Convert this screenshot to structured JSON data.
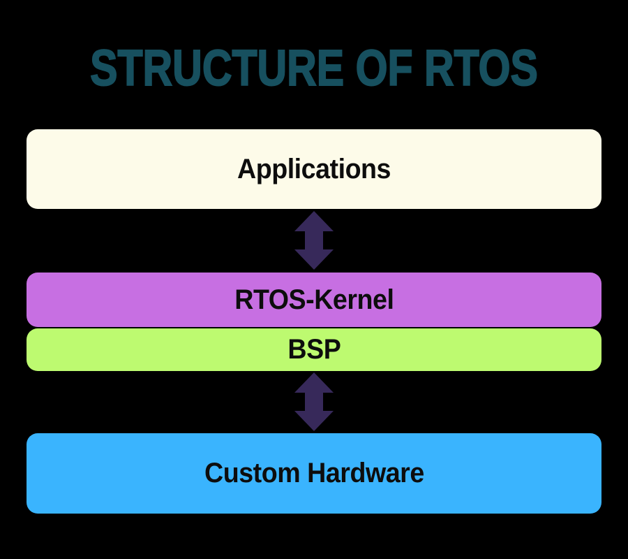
{
  "title": "STRUCTURE OF RTOS",
  "colors": {
    "background": "#000000",
    "title_text": "#17505F",
    "applications_box": "#FDFBE9",
    "rtos_kernel_box": "#C76FE2",
    "bsp_box": "#BDFA70",
    "custom_hardware_box": "#3AB4FE",
    "arrow": "#37295A",
    "box_label_text": "#0D0D0D"
  },
  "diagram": {
    "layers": [
      {
        "id": "applications",
        "label": "Applications"
      },
      {
        "id": "rtos-kernel",
        "label": "RTOS-Kernel"
      },
      {
        "id": "bsp",
        "label": "BSP"
      },
      {
        "id": "custom-hardware",
        "label": "Custom Hardware"
      }
    ],
    "connectors": [
      {
        "id": "arrow-applications-kernel",
        "type": "double-headed-vertical-arrow",
        "between": [
          "applications",
          "rtos-kernel"
        ]
      },
      {
        "id": "arrow-bsp-hardware",
        "type": "double-headed-vertical-arrow",
        "between": [
          "bsp",
          "custom-hardware"
        ]
      }
    ]
  }
}
